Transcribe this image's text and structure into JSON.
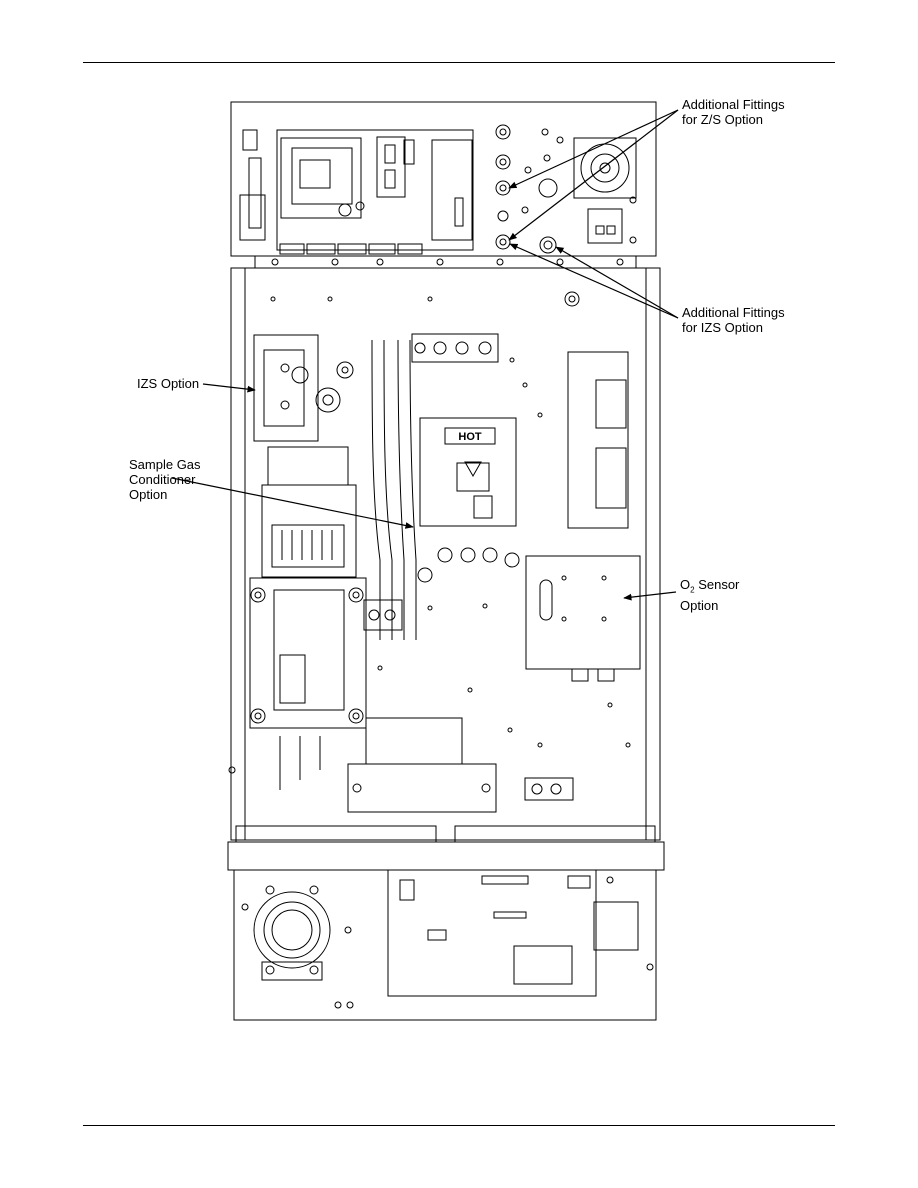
{
  "callouts": {
    "zs_fittings": {
      "line1": "Additional Fittings",
      "line2": "for Z/S Option"
    },
    "izs_fittings": {
      "line1": "Additional Fittings",
      "line2": "for IZS Option"
    },
    "izs_option": {
      "line1": "IZS Option"
    },
    "sample_gas": {
      "line1": "Sample Gas",
      "line2": "Conditioner",
      "line3": "Option"
    },
    "o2_sensor": {
      "prefix": "O",
      "subscript": "2",
      "suffix": " Sensor",
      "line2": "Option"
    }
  },
  "labels": {
    "hot_plate": "HOT"
  },
  "colors": {
    "line": "#000000",
    "panel_fill": "#ffffff",
    "shade": "#d9d9d9"
  }
}
